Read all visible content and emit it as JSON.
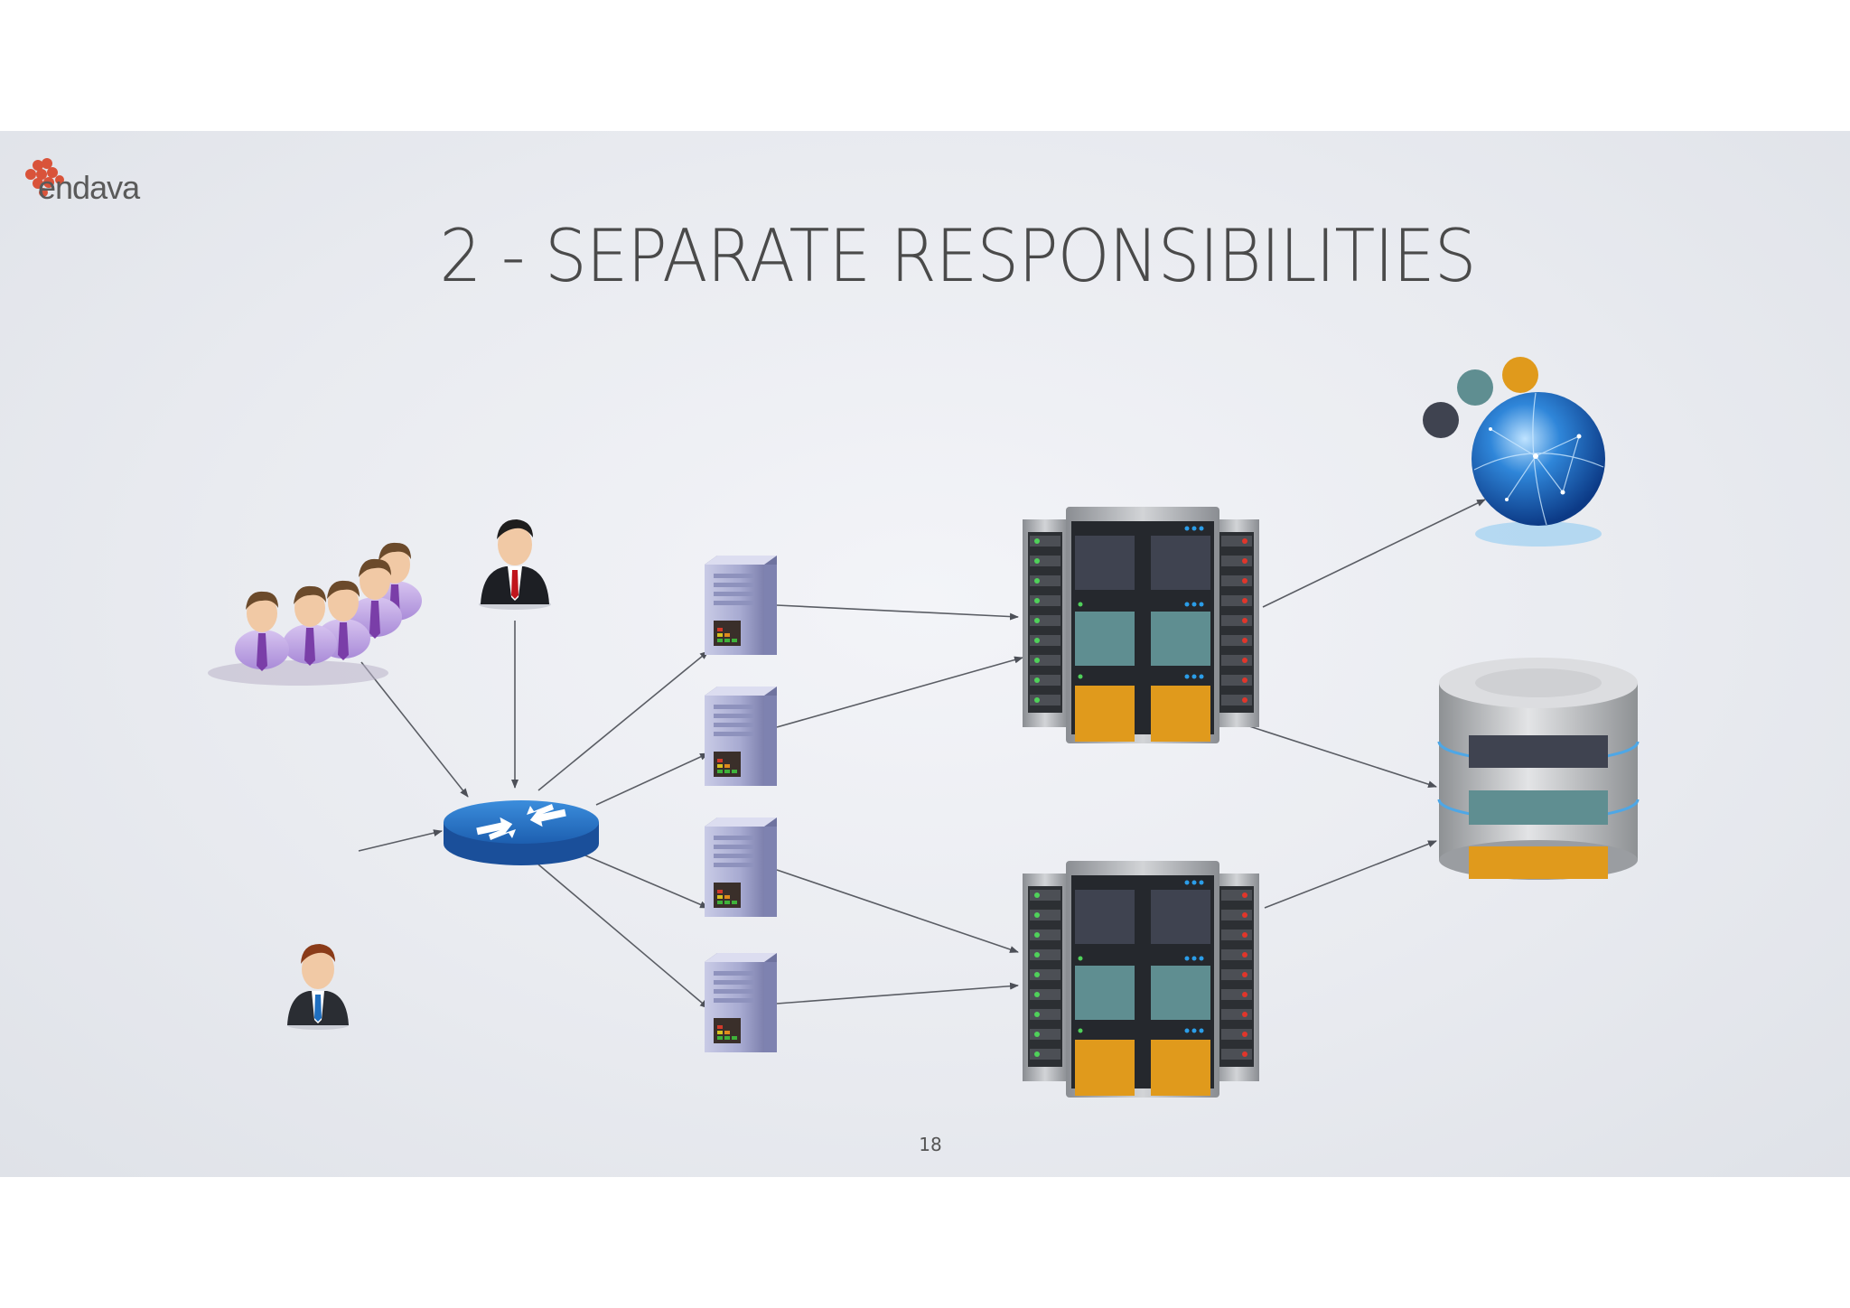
{
  "slide": {
    "brand": "endava",
    "title": "2 - SEPARATE RESPONSIBILITIES",
    "page_number": "18"
  },
  "colors": {
    "dark": "#3f4350",
    "teal": "#5f8e91",
    "orange": "#e09a1c",
    "logo_red": "#d9533a"
  },
  "diagram": {
    "nodes": [
      {
        "id": "user-group",
        "icon": "people-group-icon"
      },
      {
        "id": "manager",
        "icon": "businessman-icon"
      },
      {
        "id": "user",
        "icon": "person-icon"
      },
      {
        "id": "router",
        "icon": "router-icon"
      },
      {
        "id": "web-server-1",
        "icon": "server-tower-icon"
      },
      {
        "id": "web-server-2",
        "icon": "server-tower-icon"
      },
      {
        "id": "web-server-3",
        "icon": "server-tower-icon"
      },
      {
        "id": "web-server-4",
        "icon": "server-tower-icon"
      },
      {
        "id": "server-rack-top",
        "icon": "server-rack-icon"
      },
      {
        "id": "server-rack-bottom",
        "icon": "server-rack-icon"
      },
      {
        "id": "globe",
        "icon": "globe-icon"
      },
      {
        "id": "database",
        "icon": "database-icon"
      }
    ],
    "edges": [
      [
        "user-group",
        "router"
      ],
      [
        "manager",
        "router"
      ],
      [
        "user",
        "router"
      ],
      [
        "router",
        "web-server-1"
      ],
      [
        "router",
        "web-server-2"
      ],
      [
        "router",
        "web-server-3"
      ],
      [
        "router",
        "web-server-4"
      ],
      [
        "web-server-1",
        "server-rack-top"
      ],
      [
        "web-server-2",
        "server-rack-top"
      ],
      [
        "web-server-3",
        "server-rack-bottom"
      ],
      [
        "web-server-4",
        "server-rack-bottom"
      ],
      [
        "server-rack-top",
        "globe"
      ],
      [
        "server-rack-top",
        "database"
      ],
      [
        "server-rack-bottom",
        "database"
      ]
    ]
  }
}
